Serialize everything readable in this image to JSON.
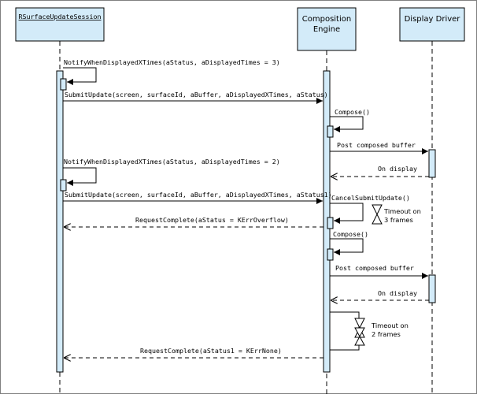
{
  "participants": [
    {
      "id": "session",
      "label_lines": [
        "RSurfaceUpdateSession"
      ],
      "underline": true
    },
    {
      "id": "engine",
      "label_lines": [
        "Composition",
        "Engine"
      ],
      "underline": false
    },
    {
      "id": "driver",
      "label_lines": [
        "Display Driver"
      ],
      "underline": false
    }
  ],
  "messages": [
    {
      "id": "notify1",
      "text": "NotifyWhenDisplayedXTimes(aStatus, aDisplayedTimes = 3)"
    },
    {
      "id": "submit1",
      "text": "SubmitUpdate(screen, surfaceId, aBuffer, aDisplayedXTimes, aStatus)"
    },
    {
      "id": "compose1",
      "text": "Compose()"
    },
    {
      "id": "post1",
      "text": "Post composed buffer"
    },
    {
      "id": "ondisplay1",
      "text": "On display"
    },
    {
      "id": "notify2",
      "text": "NotifyWhenDisplayedXTimes(aStatus, aDisplayedTimes = 2)"
    },
    {
      "id": "submit2",
      "text": "SubmitUpdate(screen, surfaceId, aBuffer, aDisplayedXTimes, aStatus1)"
    },
    {
      "id": "cancel",
      "text": "CancelSubmitUpdate()"
    },
    {
      "id": "reqcomplete1",
      "text": "RequestComplete(aStatus = KErrOverflow)"
    },
    {
      "id": "compose2",
      "text": "Compose()"
    },
    {
      "id": "post2",
      "text": "Post composed buffer"
    },
    {
      "id": "ondisplay2",
      "text": "On display"
    },
    {
      "id": "reqcomplete2",
      "text": "RequestComplete(aStatus1 = KErrNone)"
    }
  ],
  "notes": [
    {
      "id": "timeout1",
      "lines": [
        "Timeout on",
        "3 frames"
      ]
    },
    {
      "id": "timeout2",
      "lines": [
        "Timeout on",
        "2 frames"
      ]
    }
  ],
  "colors": {
    "header_fill": "#d3ebf9",
    "activation_fill": "#d3ebf9",
    "line": "#000000",
    "border": "#808080"
  }
}
